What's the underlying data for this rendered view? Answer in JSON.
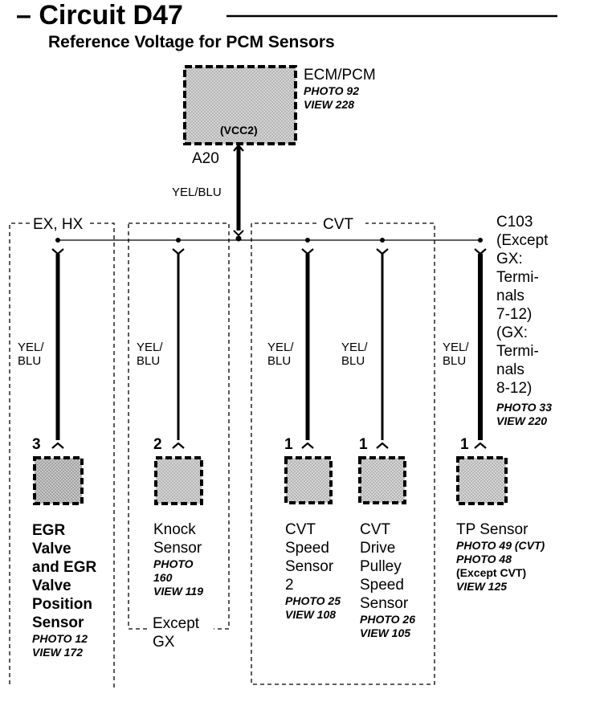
{
  "header": {
    "title": "– Circuit D47",
    "subtitle": "Reference Voltage for PCM Sensors"
  },
  "ecm": {
    "name": "ECM/PCM",
    "photo": "PHOTO 92",
    "view": "VIEW 228",
    "internal": "(VCC2)",
    "terminal": "A20",
    "wire": "YEL/BLU"
  },
  "groups": {
    "exhx": "EX, HX",
    "cvt": "CVT",
    "except_gx_1": "Except",
    "except_gx_2": "GX"
  },
  "connector": {
    "lines": [
      "C103",
      "(Except",
      "GX:",
      "Termi-",
      "nals",
      "7-12)",
      "(GX:",
      "Termi-",
      "nals",
      "8-12)"
    ],
    "photo": "PHOTO 33",
    "view": "VIEW 220"
  },
  "branches": [
    {
      "wire": [
        "YEL/",
        "BLU"
      ],
      "pin": "3",
      "name": [
        "EGR",
        "Valve",
        "and EGR",
        "Valve",
        "Position",
        "Sensor"
      ],
      "refs": [
        "PHOTO 12",
        "VIEW 172"
      ]
    },
    {
      "wire": [
        "YEL/",
        "BLU"
      ],
      "pin": "2",
      "name": [
        "Knock",
        "Sensor"
      ],
      "refs": [
        "PHOTO",
        "160",
        "VIEW 119"
      ]
    },
    {
      "wire": [
        "YEL/",
        "BLU"
      ],
      "pin": "1",
      "name": [
        "CVT",
        "Speed",
        "Sensor",
        "2"
      ],
      "refs": [
        "PHOTO 25",
        "VIEW 108"
      ]
    },
    {
      "wire": [
        "YEL/",
        "BLU"
      ],
      "pin": "1",
      "name": [
        "CVT",
        "Drive",
        "Pulley",
        "Speed",
        "Sensor"
      ],
      "refs": [
        "PHOTO 26",
        "VIEW 105"
      ]
    },
    {
      "wire": [
        "YEL/",
        "BLU"
      ],
      "pin": "1",
      "name": [
        "TP Sensor"
      ],
      "refs": [
        "PHOTO 49 (CVT)",
        "PHOTO 48",
        "(Except CVT)",
        "VIEW 125"
      ]
    }
  ]
}
